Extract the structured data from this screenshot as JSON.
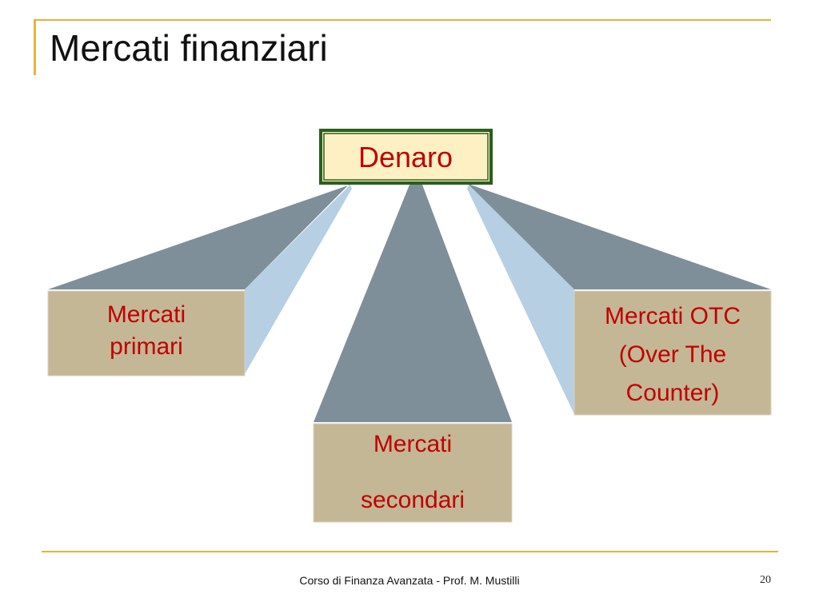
{
  "slide": {
    "title": "Mercati finanziari",
    "footer": "Corso di Finanza Avanzata - Prof. M. Mustilli",
    "page_number": "20"
  },
  "diagram": {
    "root": {
      "label": "Denaro"
    },
    "children": [
      {
        "id": "primari",
        "line1": "Mercati",
        "line2": "primari"
      },
      {
        "id": "secondari",
        "line1": "Mercati",
        "line2": "secondari"
      },
      {
        "id": "otc",
        "line1": "Mercati OTC",
        "line2": "(Over The",
        "line3": "Counter)"
      }
    ]
  },
  "colors": {
    "accent": "#e8b23c",
    "node_text": "#c00000",
    "root_fill": "#fdf1c4",
    "root_border": "#2c5e1e",
    "child_fill": "#c4b795",
    "beam_top": "#7f8f99",
    "beam_side": "#b6cfe2"
  }
}
